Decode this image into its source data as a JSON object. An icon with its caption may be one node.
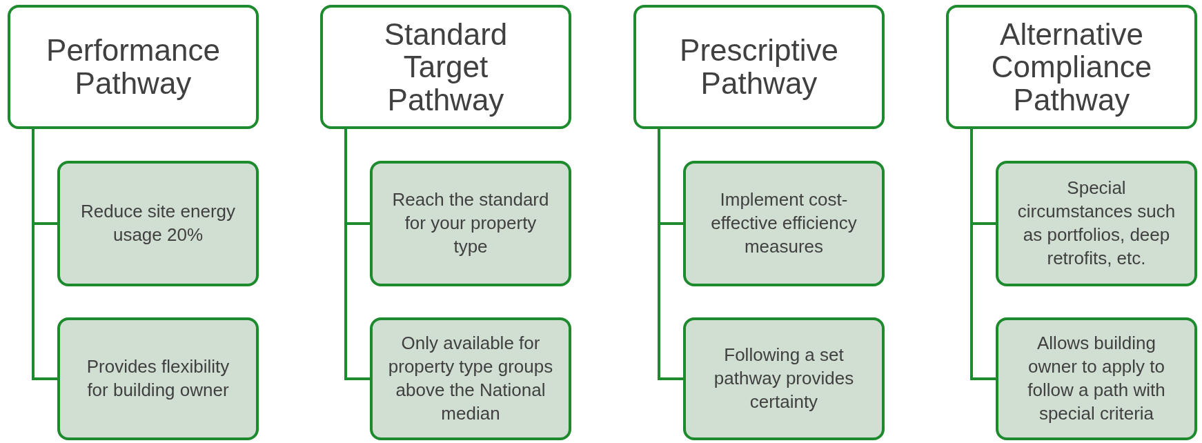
{
  "diagram": {
    "nodes": [
      {
        "text": [
          "Performance Pathway"
        ]
      },
      {
        "text": [
          "Reduce site energy usage 20%"
        ]
      },
      {
        "text": [
          "Provides flexibility for building owner"
        ]
      },
      {
        "text": [
          "Standard Target Pathway"
        ]
      },
      {
        "text": [
          "Reach the standard for your property type"
        ]
      },
      {
        "text": [
          "Only available for property type groups above the National median"
        ]
      },
      {
        "text": [
          "Prescriptive Pathway"
        ]
      },
      {
        "text": [
          "Implement cost-effective efficiency measures"
        ]
      },
      {
        "text": [
          "Following a set pathway provides certainty"
        ]
      },
      {
        "text": [
          "Alternative Compliance Pathway"
        ]
      },
      {
        "text": [
          "Special circumstances such as portfolios, deep retrofits, etc."
        ]
      },
      {
        "text": [
          "Allows building owner to apply to follow a path with special criteria"
        ]
      }
    ],
    "edges": [
      {
        "from": 0,
        "to": 1,
        "arrow": "none"
      },
      {
        "from": 0,
        "to": 2,
        "arrow": "none"
      },
      {
        "from": 3,
        "to": 4,
        "arrow": "none"
      },
      {
        "from": 3,
        "to": 5,
        "arrow": "none"
      },
      {
        "from": 6,
        "to": 7,
        "arrow": "none"
      },
      {
        "from": 6,
        "to": 8,
        "arrow": "none"
      },
      {
        "from": 9,
        "to": 10,
        "arrow": "none"
      },
      {
        "from": 9,
        "to": 11,
        "arrow": "none"
      }
    ]
  }
}
